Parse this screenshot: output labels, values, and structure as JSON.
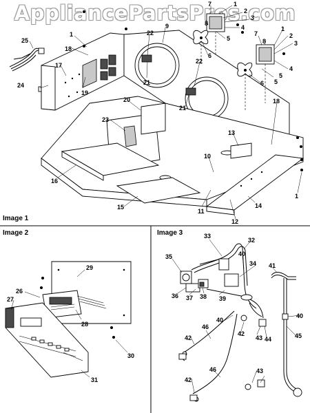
{
  "watermark": "AppliancePartsPros.com",
  "panels": [
    {
      "title": "Image 1"
    },
    {
      "title": "Image 2"
    },
    {
      "title": "Image 3"
    }
  ],
  "callouts": {
    "p1": [
      "1",
      "2",
      "3",
      "4",
      "5",
      "6",
      "7",
      "8",
      "9",
      "22",
      "21",
      "5",
      "6",
      "7",
      "8",
      "1",
      "2",
      "3",
      "4",
      "5",
      "22",
      "21",
      "1",
      "25",
      "18",
      "17",
      "19",
      "24",
      "20",
      "23",
      "18",
      "13",
      "10",
      "16",
      "15",
      "11",
      "12",
      "14",
      "1"
    ],
    "p2": [
      "29",
      "26",
      "27",
      "28",
      "30",
      "31"
    ],
    "p3": [
      "33",
      "32",
      "35",
      "34",
      "41",
      "36",
      "37",
      "38",
      "39",
      "40",
      "40",
      "42",
      "43",
      "44",
      "45",
      "46",
      "42",
      "46",
      "42",
      "43",
      "40"
    ]
  }
}
